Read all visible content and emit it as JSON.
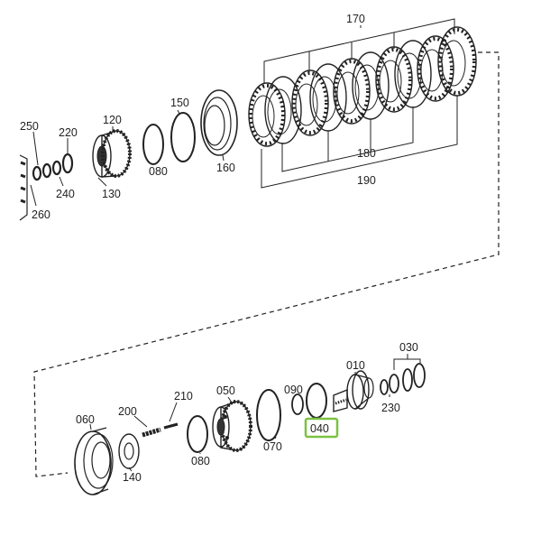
{
  "diagram": {
    "labels": {
      "p170": "170",
      "p180": "180",
      "p190": "190",
      "p150": "150",
      "p120": "120",
      "p250": "250",
      "p220": "220",
      "p240": "240",
      "p260": "260",
      "p130": "130",
      "p080_top": "080",
      "p160": "160",
      "p030": "030",
      "p010": "010",
      "p230": "230",
      "p090": "090",
      "p040": "040",
      "p050": "050",
      "p070": "070",
      "p210": "210",
      "p200": "200",
      "p080_bottom": "080",
      "p060": "060",
      "p140": "140"
    },
    "highlighted_part": "040",
    "highlight_color": "#7cc242",
    "line_color": "#222222"
  }
}
